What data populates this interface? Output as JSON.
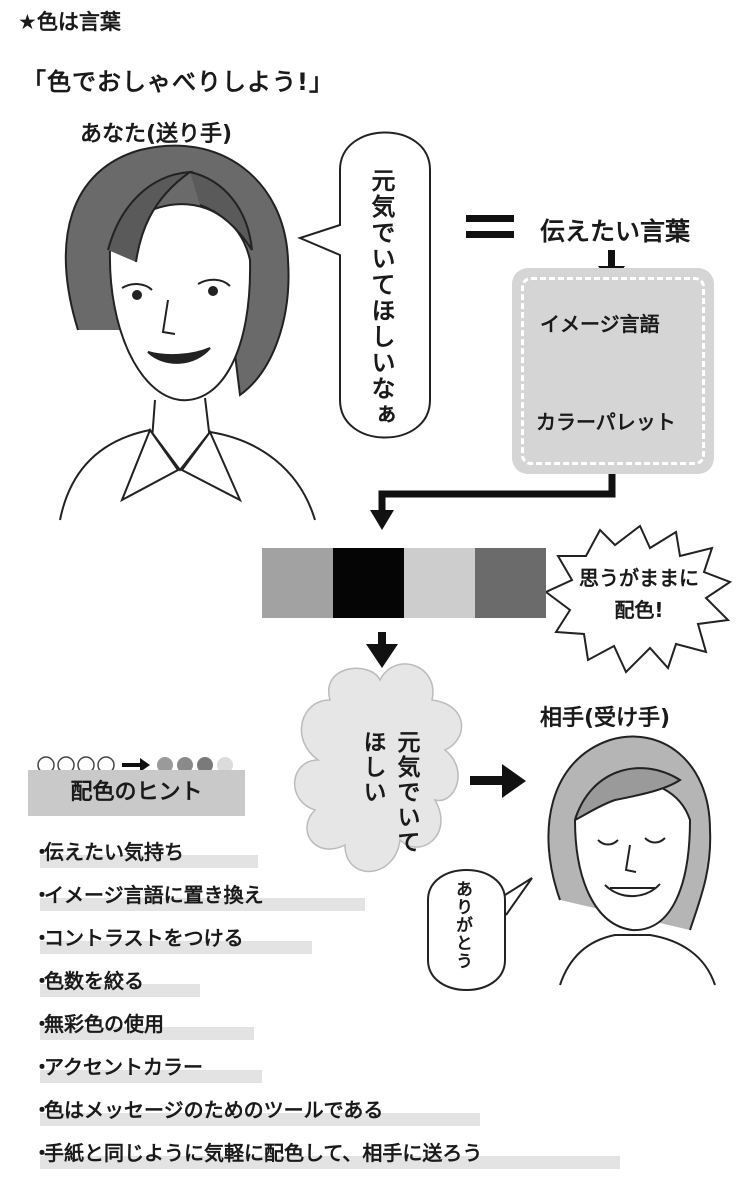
{
  "header": "★色は言葉",
  "quote": "「色でおしゃべりしよう!」",
  "sender": {
    "label": "あなた(送り手)",
    "speech": "元気でいてほしいなぁ"
  },
  "flow": {
    "equals_label": "伝えたい言葉",
    "step1": "イメージ言語",
    "step2": "カラーパレット"
  },
  "palette": {
    "swatch_colors": [
      "#a2a2a2",
      "#050505",
      "#cdcdcd",
      "#6b6b6b"
    ]
  },
  "burst": {
    "line1": "思うがままに",
    "line2": "配色!"
  },
  "cloud_text": "元気でいてほしい",
  "receiver": {
    "label": "相手(受け手)",
    "speech": "ありがとう"
  },
  "hint": {
    "title": "配色のヒント",
    "circles_before": 4,
    "circles_after_colors": [
      "#9a9a9a",
      "#8a8a8a",
      "#7a7a7a",
      "#dcdcdc"
    ],
    "items": [
      "伝えたい気持ち",
      "イメージ言語に置き換え",
      "コントラストをつける",
      "色数を絞る",
      "無彩色の使用",
      "アクセントカラー",
      "色はメッセージのためのツールである",
      "手紙と同じように気軽に配色して、相手に送ろう"
    ]
  }
}
